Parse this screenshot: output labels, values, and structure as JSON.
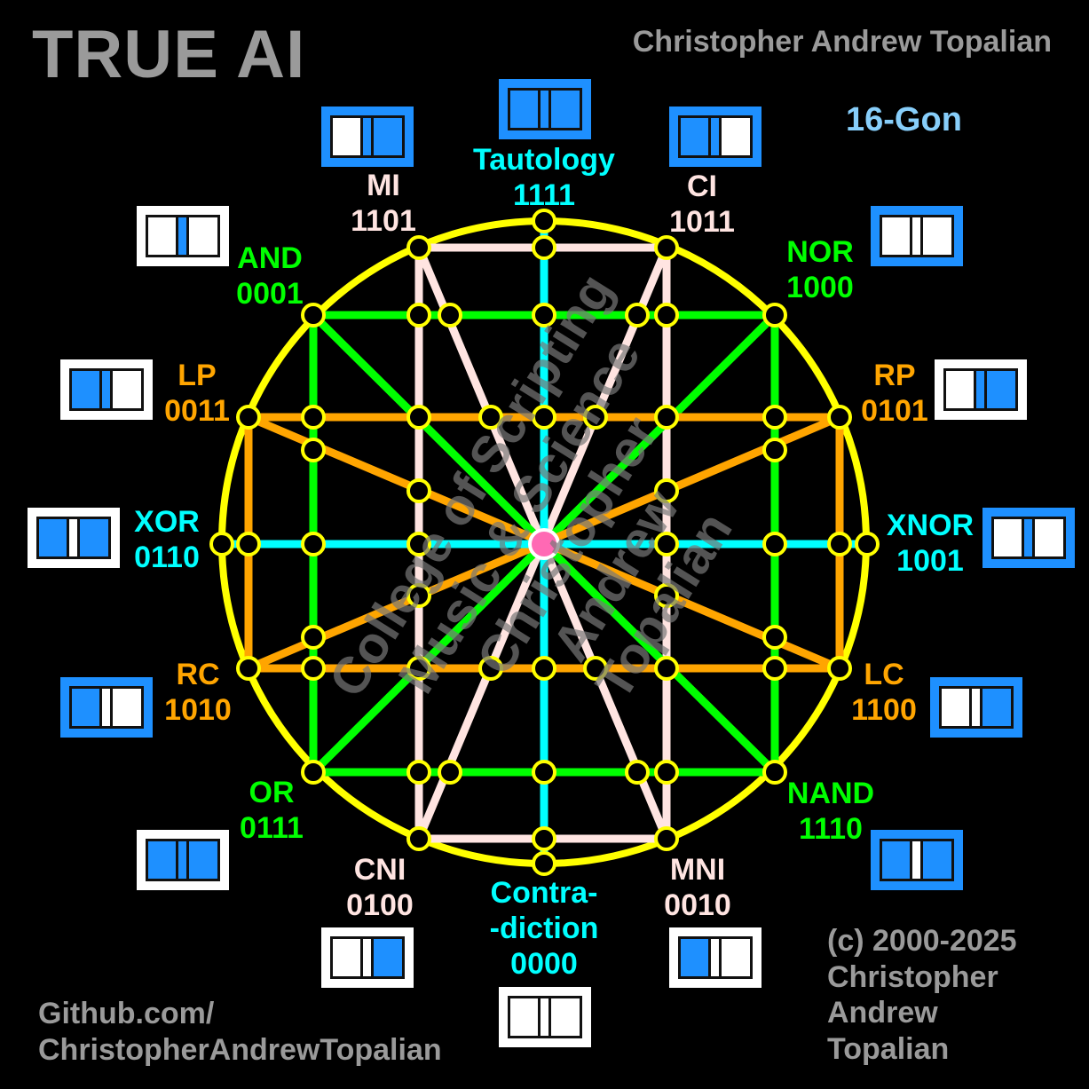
{
  "header": {
    "title": "TRUE AI",
    "author": "Christopher Andrew Topalian",
    "subtitle": "16-Gon"
  },
  "colors": {
    "on": "#1e90ff",
    "off": "#ffffff",
    "circle": "#ffff00",
    "center": "#ff69b4",
    "implication": "#ffe4e1",
    "cyan": "#00ffff",
    "green": "#00ff00",
    "orange": "#ffa500"
  },
  "icon_bit_order": [
    "frame",
    "right",
    "left",
    "middle"
  ],
  "gates": [
    {
      "lines": [
        "Tautology"
      ],
      "code": "1111",
      "color": "#00ffff"
    },
    {
      "lines": [
        "CI"
      ],
      "code": "1011",
      "color": "#ffe4e1"
    },
    {
      "lines": [
        "NOR"
      ],
      "code": "1000",
      "color": "#00ff00"
    },
    {
      "lines": [
        "RP"
      ],
      "code": "0101",
      "color": "#ffa500"
    },
    {
      "lines": [
        "XNOR"
      ],
      "code": "1001",
      "color": "#00ffff"
    },
    {
      "lines": [
        "LC"
      ],
      "code": "1100",
      "color": "#ffa500"
    },
    {
      "lines": [
        "NAND"
      ],
      "code": "1110",
      "color": "#00ff00"
    },
    {
      "lines": [
        "MNI"
      ],
      "code": "0010",
      "color": "#ffe4e1"
    },
    {
      "lines": [
        "Contra-",
        "-diction"
      ],
      "code": "0000",
      "color": "#00ffff"
    },
    {
      "lines": [
        "CNI"
      ],
      "code": "0100",
      "color": "#ffe4e1"
    },
    {
      "lines": [
        "OR"
      ],
      "code": "0111",
      "color": "#00ff00"
    },
    {
      "lines": [
        "RC"
      ],
      "code": "1010",
      "color": "#ffa500"
    },
    {
      "lines": [
        "XOR"
      ],
      "code": "0110",
      "color": "#00ffff"
    },
    {
      "lines": [
        "LP"
      ],
      "code": "0011",
      "color": "#ffa500"
    },
    {
      "lines": [
        "AND"
      ],
      "code": "0001",
      "color": "#00ff00"
    },
    {
      "lines": [
        "MI"
      ],
      "code": "1101",
      "color": "#ffe4e1"
    }
  ],
  "watermark": [
    "College of Scripting",
    "Music & Science",
    "Christopher",
    "Andrew",
    "Topalian"
  ],
  "footer": {
    "github_line1": "Github.com/",
    "github_line2": "ChristopherAndrewTopalian",
    "copyright_lines": [
      "(c) 2000-2025",
      "Christopher",
      "Andrew",
      "Topalian"
    ]
  }
}
